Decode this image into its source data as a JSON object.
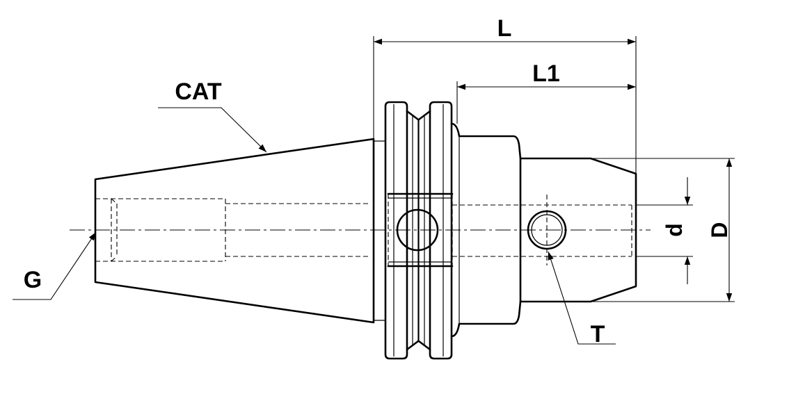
{
  "labels": {
    "L": "L",
    "L1": "L1",
    "CAT": "CAT",
    "G": "G",
    "T": "T",
    "d": "d",
    "D": "D"
  }
}
